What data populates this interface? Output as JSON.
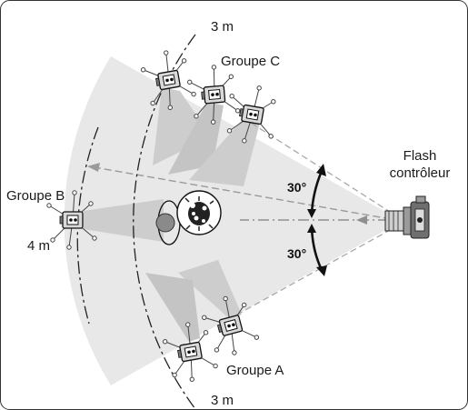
{
  "labels": {
    "distance_top": "3 m",
    "distance_bottom": "3 m",
    "distance_left": "4 m",
    "group_a": "Groupe A",
    "group_b": "Groupe B",
    "group_c": "Groupe C",
    "flash_line1": "Flash",
    "flash_line2": "contrôleur",
    "angle_upper": "30°",
    "angle_lower": "30°"
  },
  "colors": {
    "fan_fill": "#e8e8e8",
    "beam_fill": "#cccccc",
    "dashed_line": "#9a9a9a",
    "ink": "#1a1a1a",
    "subject_ball": "#8a8a8a"
  }
}
